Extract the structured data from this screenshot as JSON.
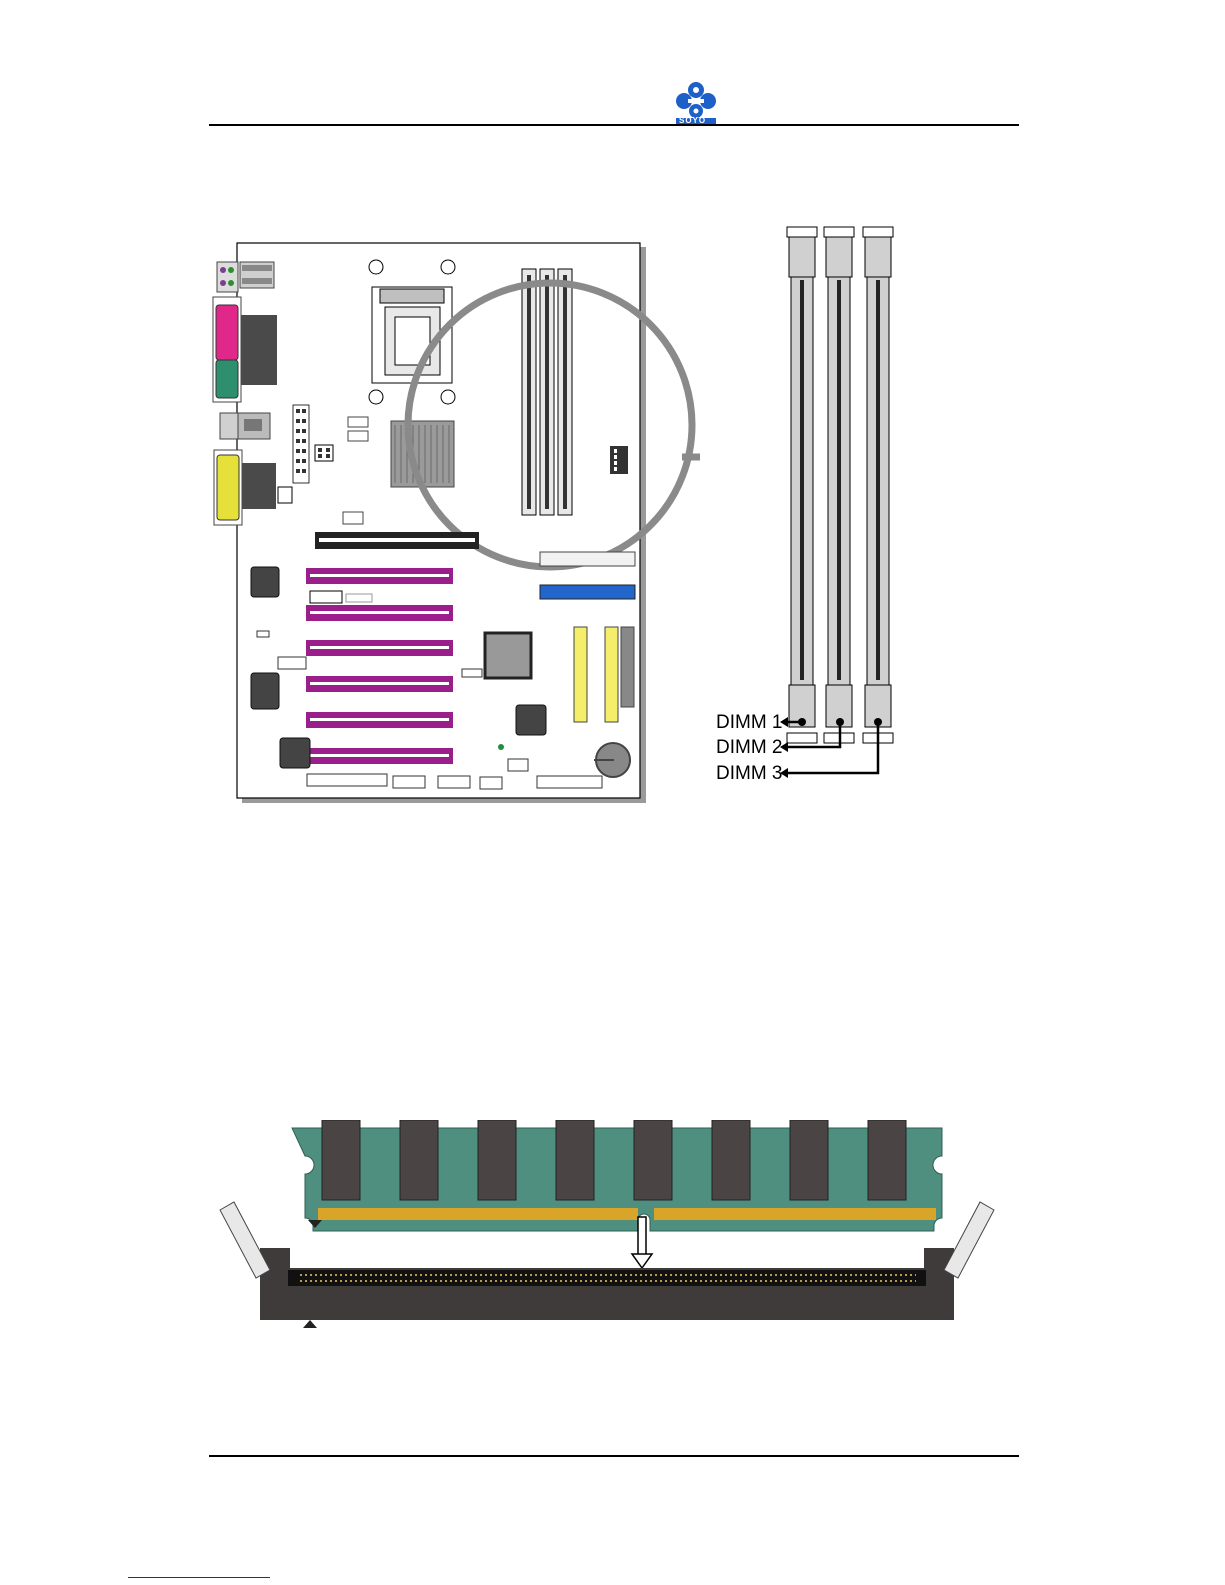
{
  "header": {
    "logo_text": "SOYO",
    "logo_color": "#1e5fc8"
  },
  "board_diagram": {
    "slot_colors": {
      "pci": "#9a1f8a",
      "agp": "#222222",
      "ide_primary": "#2266cc",
      "ide_white": "#f2f2f2",
      "floppy_yellow": "#f4ee6a",
      "parallel_pink": "#e0288a",
      "serial_yellow": "#e6e03a"
    }
  },
  "dimm_detail": {
    "labels": [
      "DIMM 1",
      "DIMM 2",
      "DIMM 3"
    ]
  },
  "module_diagram": {
    "pcb_color": "#4f8f80",
    "chip_color": "#4a4444",
    "socket_color": "#3f3b3b",
    "gold_pins": "#d8a42a"
  }
}
